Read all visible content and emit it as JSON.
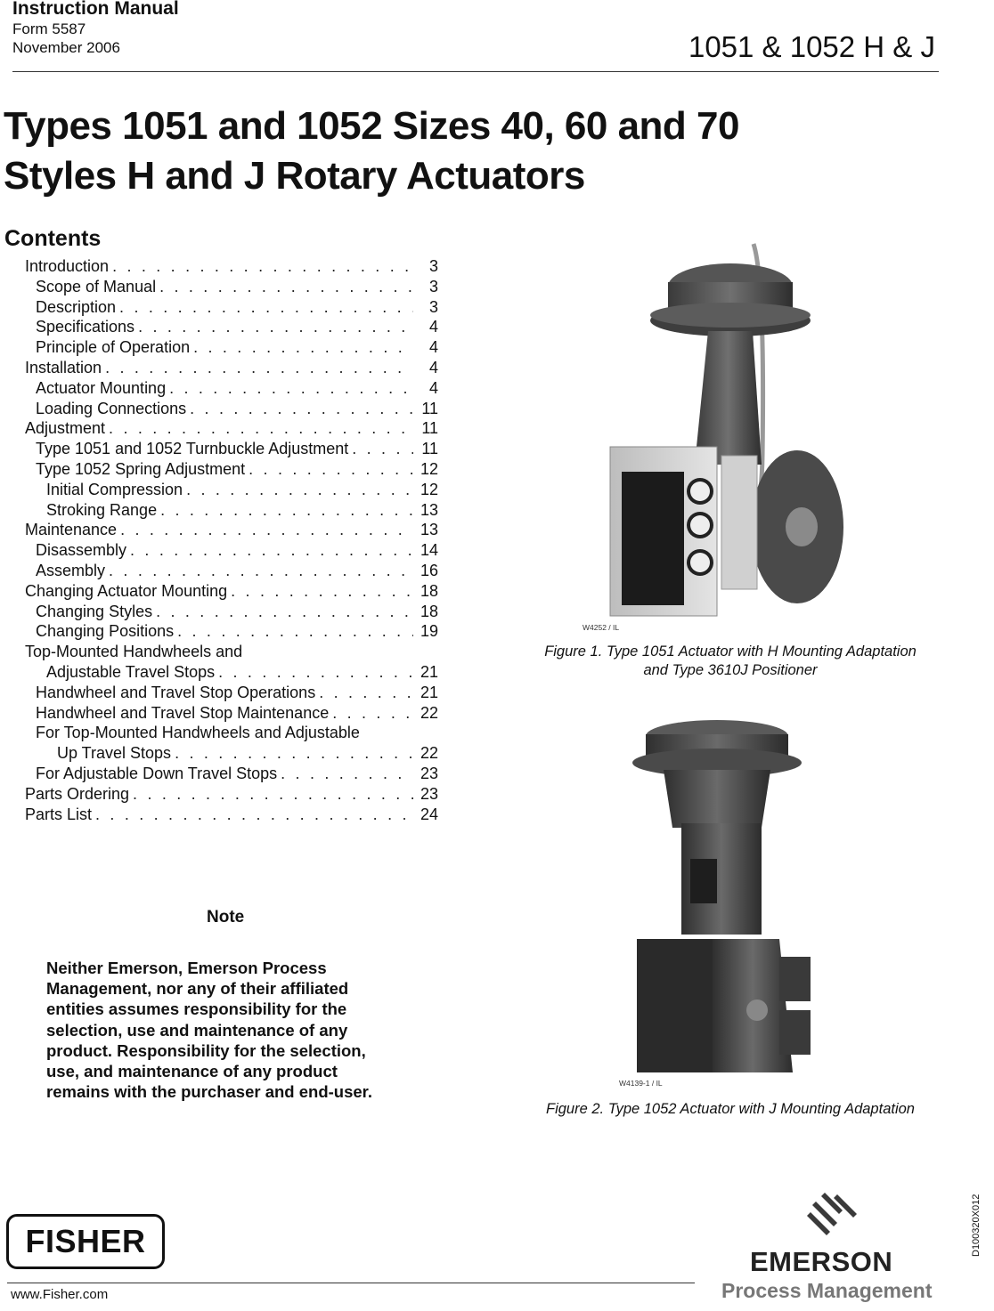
{
  "header": {
    "doc_type": "Instruction Manual",
    "form": "Form 5587",
    "date": "November 2006",
    "product_code": "1051 & 1052 H & J"
  },
  "title": {
    "line1": "Types 1051 and 1052 Sizes 40, 60 and 70",
    "line2": "Styles H and J Rotary Actuators"
  },
  "contents": {
    "heading": "Contents",
    "items": [
      {
        "title": "Introduction",
        "page": "3",
        "level": 0
      },
      {
        "title": "Scope of Manual",
        "page": "3",
        "level": 1
      },
      {
        "title": "Description",
        "page": "3",
        "level": 1
      },
      {
        "title": "Specifications",
        "page": "4",
        "level": 1
      },
      {
        "title": "Principle of Operation",
        "page": "4",
        "level": 1
      },
      {
        "title": "Installation",
        "page": "4",
        "level": 0
      },
      {
        "title": "Actuator Mounting",
        "page": "4",
        "level": 1
      },
      {
        "title": "Loading Connections",
        "page": "11",
        "level": 1
      },
      {
        "title": "Adjustment",
        "page": "11",
        "level": 0
      },
      {
        "title": "Type 1051 and 1052 Turnbuckle Adjustment",
        "page": "11",
        "level": 1
      },
      {
        "title": "Type 1052 Spring Adjustment",
        "page": "12",
        "level": 1
      },
      {
        "title": "Initial Compression",
        "page": "12",
        "level": 2
      },
      {
        "title": "Stroking Range",
        "page": "13",
        "level": 2
      },
      {
        "title": "Maintenance",
        "page": "13",
        "level": 0
      },
      {
        "title": "Disassembly",
        "page": "14",
        "level": 1
      },
      {
        "title": "Assembly",
        "page": "16",
        "level": 1
      },
      {
        "title": "Changing Actuator Mounting",
        "page": "18",
        "level": 0
      },
      {
        "title": "Changing Styles",
        "page": "18",
        "level": 1
      },
      {
        "title": "Changing Positions",
        "page": "19",
        "level": 1
      },
      {
        "title": "Top-Mounted Handwheels and",
        "page": "",
        "level": 0
      },
      {
        "title": "Adjustable Travel Stops",
        "page": "21",
        "level": 2
      },
      {
        "title": "Handwheel and Travel Stop Operations",
        "page": "21",
        "level": 1
      },
      {
        "title": "Handwheel and Travel Stop Maintenance",
        "page": "22",
        "level": 1
      },
      {
        "title": "For Top-Mounted Handwheels and Adjustable",
        "page": "",
        "level": 1
      },
      {
        "title": "Up Travel Stops",
        "page": "22",
        "level": 3
      },
      {
        "title": "For Adjustable Down Travel Stops",
        "page": "23",
        "level": 1
      },
      {
        "title": "Parts Ordering",
        "page": "23",
        "level": 0
      },
      {
        "title": "Parts List",
        "page": "24",
        "level": 0
      }
    ]
  },
  "note": {
    "heading": "Note",
    "body": "Neither Emerson, Emerson Process Management, nor any of their affiliated entities assumes responsibility for the selection, use and maintenance of any product. Responsibility for the selection, use, and maintenance of any product remains with the purchaser and end-user."
  },
  "figures": [
    {
      "code": "W4252 / IL",
      "caption_line1": "Figure 1. Type 1051 Actuator with H Mounting Adaptation",
      "caption_line2": "and Type 3610J Positioner"
    },
    {
      "code": "W4139-1 / IL",
      "caption_line1": "Figure 2. Type 1052 Actuator with J Mounting Adaptation",
      "caption_line2": ""
    }
  ],
  "side_code": "D100320X012",
  "footer": {
    "url": "www.Fisher.com",
    "fisher_logo": "FISHER",
    "emerson_logo": "EMERSON",
    "emerson_tagline": "Process Management"
  },
  "colors": {
    "actuator_dark": "#4a4a4a",
    "actuator_mid": "#6b6b6b",
    "positioner_light": "#cfcfcf"
  }
}
